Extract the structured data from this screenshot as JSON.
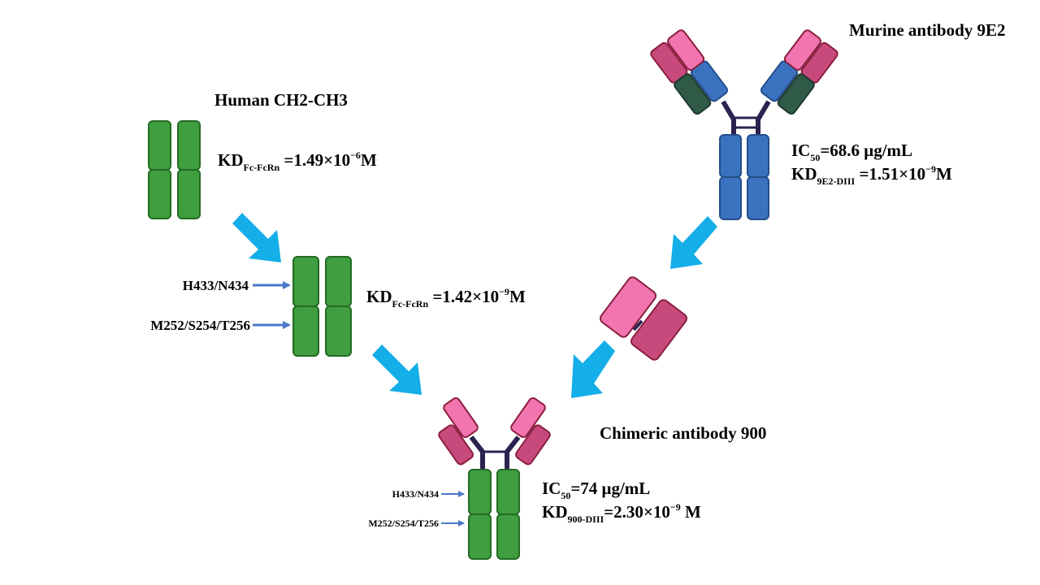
{
  "colors": {
    "fc_green": "#3f9e3f",
    "fc_green_stroke": "#236b23",
    "murine_blue": "#3b72c0",
    "murine_blue_stroke": "#244d8a",
    "light_pink": "#f275b0",
    "dark_pink": "#c84a7d",
    "pink_stroke": "#8a1f3e",
    "dark_green": "#2f5a48",
    "hinge": "#2a2350",
    "process_arrow": "#14aee8",
    "site_arrow": "#4a78c8"
  },
  "human_fc": {
    "title": "Human CH2-CH3",
    "kd": {
      "main": "KD",
      "sub": "Fc-FcRn",
      "value": " =1.49×10",
      "exp": "−6",
      "unit": "M"
    }
  },
  "mutated_fc": {
    "site1": "H433/N434",
    "site2": "M252/S254/T256",
    "kd": {
      "main": "KD",
      "sub": "Fc-FcRn",
      "value": " =1.42×10",
      "exp": "−9",
      "unit": "M"
    }
  },
  "murine": {
    "title": "Murine antibody 9E2",
    "ic50": {
      "main": "IC",
      "sub": "50",
      "value": "=68.6 μg/mL"
    },
    "kd": {
      "main": "KD",
      "sub": "9E2-DIII",
      "value": " =1.51×10",
      "exp": "−9",
      "unit": "M"
    }
  },
  "chimeric": {
    "title": "Chimeric antibody 900",
    "site1": "H433/N434",
    "site2": "M252/S254/T256",
    "ic50": {
      "main": "IC",
      "sub": "50",
      "value": "=74 μg/mL"
    },
    "kd": {
      "main": "KD",
      "sub": "900-DIII",
      "value": "=2.30×10",
      "exp": "−9",
      "unit": " M"
    }
  }
}
